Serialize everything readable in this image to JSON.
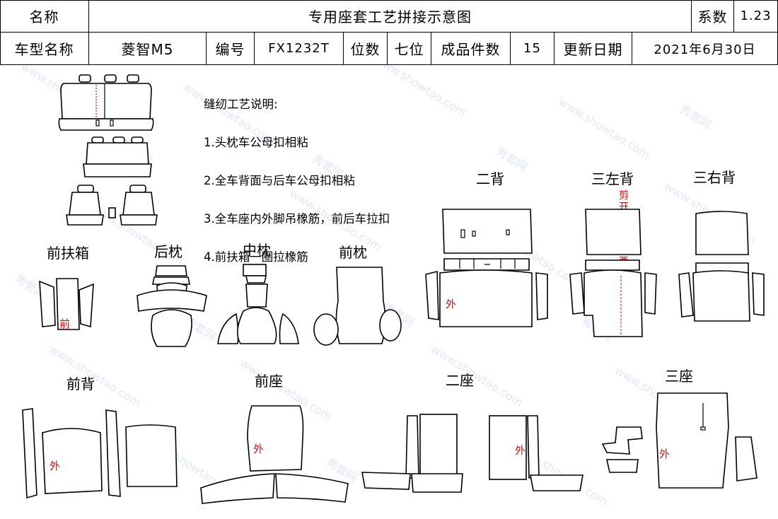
{
  "header": {
    "name_label": "名称",
    "title": "专用座套工艺拼接示意图",
    "coef_label": "系数",
    "coef_value": "1.23",
    "model_label": "车型名称",
    "model_value": "菱智M5",
    "code_label": "编号",
    "code_value": "FX1232T",
    "seats_label": "位数",
    "seats_value": "七位",
    "pieces_label": "成品件数",
    "pieces_value": "15",
    "date_label": "更新日期",
    "date_value": "2021年6月30日"
  },
  "notes": {
    "title": "缝纫工艺说明:",
    "items": [
      "1.头枕车公母扣相粘",
      "2.全车背面与后车公母扣相粘",
      "3.全车座内外脚吊橡筋，前后车拉扣",
      "4.前扶箱一圈拉橡筋"
    ]
  },
  "labels": {
    "front_armrest": "前扶箱",
    "rear_pillow": "后枕",
    "mid_pillow": "中枕",
    "front_pillow": "前枕",
    "second_back": "二背",
    "third_left_back": "三左背",
    "third_right_back": "三右背",
    "front_back": "前背",
    "front_seat": "前座",
    "second_seat": "二座",
    "third_seat": "三座"
  },
  "marks": {
    "front": "前",
    "outer": "外",
    "vertical_note": "剪开包边车拉西"
  },
  "watermark": {
    "text_cn": "秀套网",
    "text_url": "www.showtao.com"
  },
  "colors": {
    "mark_red": "#d01010",
    "line": "#000000",
    "watermark": "#8c9be6"
  }
}
